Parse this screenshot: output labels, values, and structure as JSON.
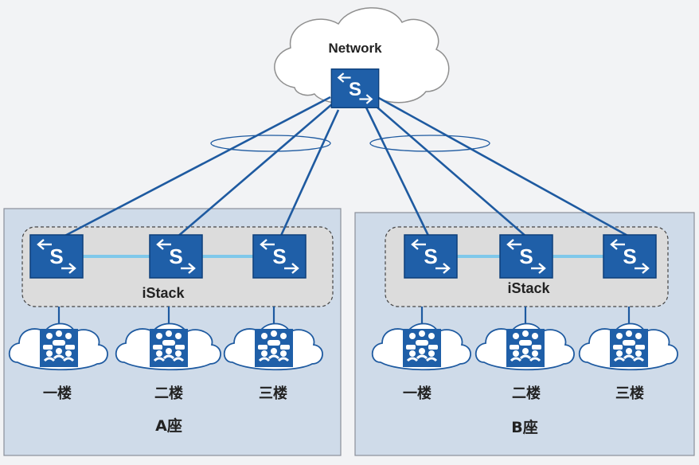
{
  "network_label": "Network",
  "stack_label": "iStack",
  "switch_glyph": "S",
  "buildings": [
    {
      "name": "A座",
      "floors": [
        "一楼",
        "二楼",
        "三楼"
      ]
    },
    {
      "name": "B座",
      "floors": [
        "一楼",
        "二楼",
        "三楼"
      ]
    }
  ],
  "colors": {
    "switch_fill": "#1f5fa8",
    "link": "#1e5aa0",
    "stack_link": "#7ec8ea",
    "building_fill": "#cfdbe9",
    "stack_fill": "#dcdcdc"
  }
}
